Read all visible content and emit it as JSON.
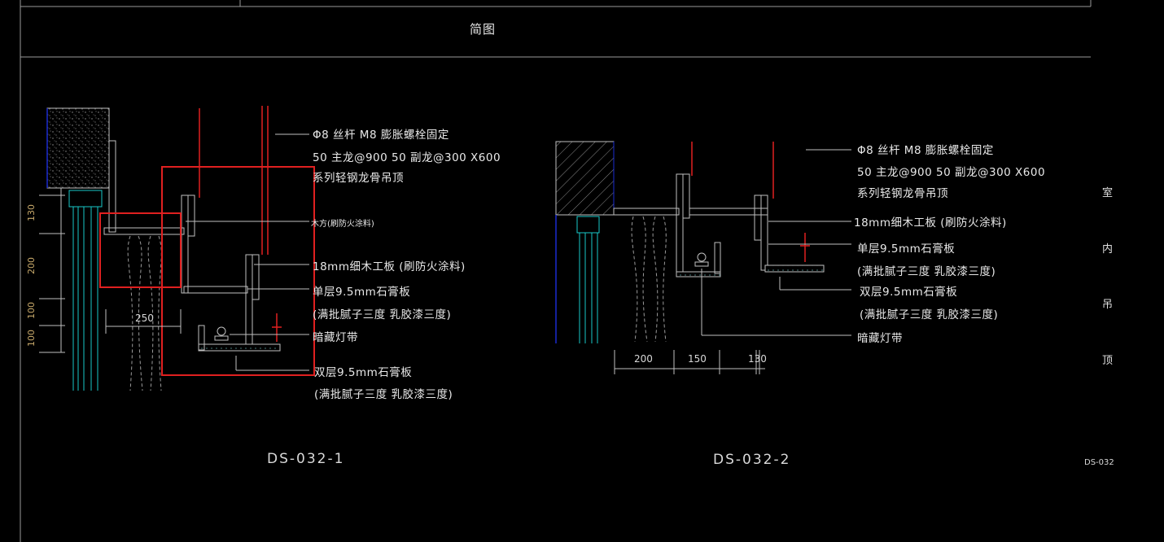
{
  "header": {
    "title": "简图"
  },
  "detail1": {
    "label": "DS-032-1",
    "notes": {
      "rod": "Φ8 丝杆  M8 膨胀螺栓固定",
      "keel": "50 主龙@900    50 副龙@300 X600",
      "ceiling": "系列轻钢龙骨吊顶",
      "wood_square": "木方(刷防火涂料)",
      "board": "18mm细木工板 (刷防火涂料)",
      "gypsum_single": "单层9.5mm石膏板",
      "finish_1": "(满批腻子三度  乳胶漆三度)",
      "light_strip": "暗藏灯带",
      "gypsum_double": "双层9.5mm石膏板",
      "finish_2": "(满批腻子三度  乳胶漆三度)"
    },
    "dims": {
      "d130": "130",
      "d200": "200",
      "d100a": "100",
      "d100b": "100",
      "d250": "250"
    }
  },
  "detail2": {
    "label": "DS-032-2",
    "notes": {
      "rod": "Φ8 丝杆  M8 膨胀螺栓固定",
      "keel": "50 主龙@900    50 副龙@300 X600",
      "ceiling": "系列轻钢龙骨吊顶",
      "board": "18mm细木工板 (刷防火涂料)",
      "gypsum_single": "单层9.5mm石膏板",
      "finish_1": "(满批腻子三度  乳胶漆三度)",
      "gypsum_double": "双层9.5mm石膏板",
      "finish_2": "(满批腻子三度  乳胶漆三度)",
      "light_strip": "暗藏灯带"
    },
    "dims": {
      "d200": "200",
      "d150": "150",
      "d130": "130"
    }
  },
  "side_label": [
    "室",
    "内",
    "吊",
    "顶"
  ],
  "sheet_code": "DS-032",
  "colors": {
    "background": "#000000",
    "line": "#bfbfbf",
    "highlight": "#e02020",
    "glass": "#18c8c8",
    "dim": "#c7a86a",
    "wall_blue": "#1a2bd0"
  }
}
